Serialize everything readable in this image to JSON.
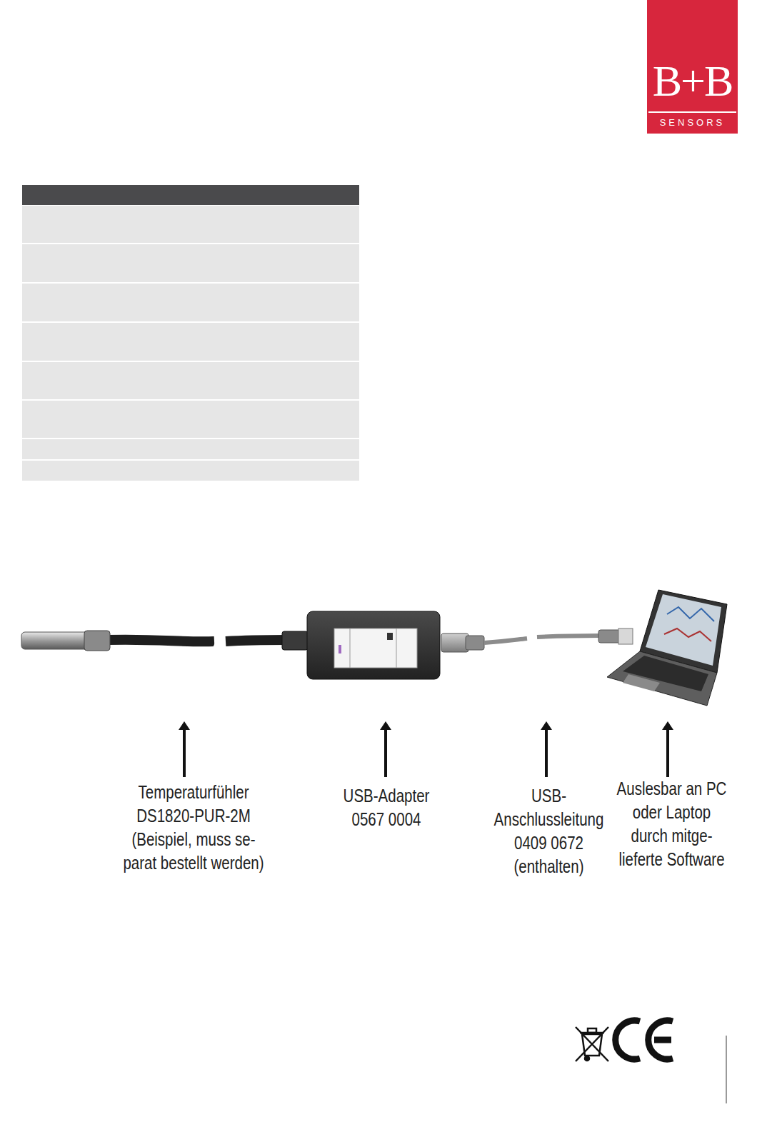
{
  "diagram": {
    "nodes": [
      {
        "text": [
          "B+B",
          "SENSORS"
        ]
      }
    ],
    "labels": [
      "Temperaturfühler DS1820-PUR-2M (Beispiel, muss se- parat bestellt werden)",
      "USB-Adapter 0567 0004",
      "USB- Anschlussleitung 0409 0672 (enthalten)",
      "Auslesbar an PC oder Laptop durch mitge- lieferte Software"
    ]
  }
}
